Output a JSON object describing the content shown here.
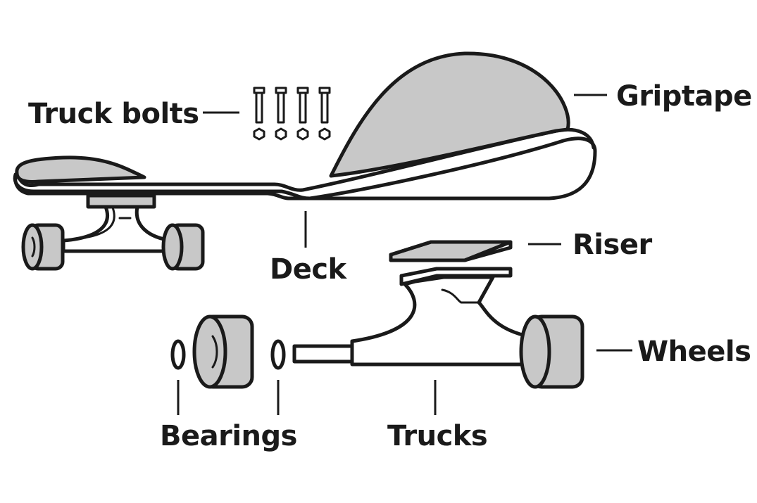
{
  "diagram": {
    "title_hidden": "",
    "labels": {
      "truck_bolts": "Truck bolts",
      "griptape": "Griptape",
      "deck": "Deck",
      "riser": "Riser",
      "wheels": "Wheels",
      "bearings": "Bearings",
      "trucks": "Trucks"
    },
    "colors": {
      "outline": "#1a1a1a",
      "fill_grey": "#c8c8c8",
      "fill_white": "#ffffff",
      "background": "#ffffff"
    },
    "bolt_count": 4
  }
}
